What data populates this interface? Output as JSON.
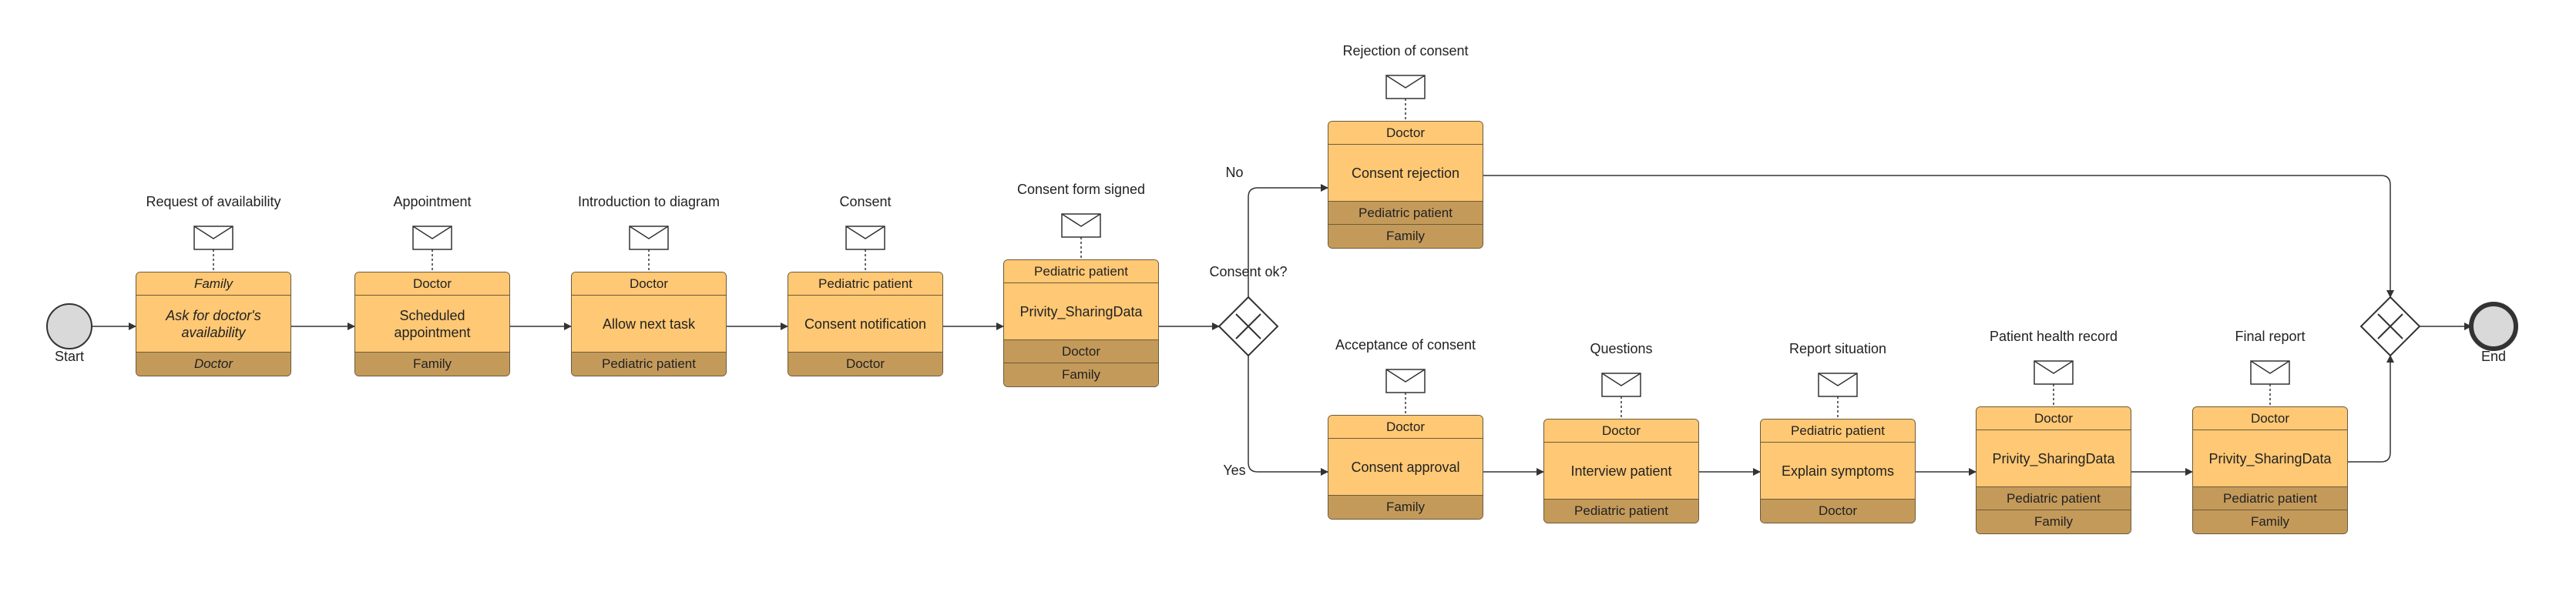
{
  "colors": {
    "task_fill": "#ffc874",
    "participant_fill": "#c49a5a",
    "border": "#6b5a3a",
    "event_fill": "#d9d9d9",
    "line": "#333333"
  },
  "events": {
    "start_label": "Start",
    "end_label": "End"
  },
  "gateway": {
    "question": "Consent ok?",
    "no_label": "No",
    "yes_label": "Yes"
  },
  "tasks": [
    {
      "id": "t1",
      "message": "Request of availability",
      "initiator": "Family",
      "name": "Ask for doctor's availability",
      "participants": [
        "Doctor"
      ],
      "italic": true
    },
    {
      "id": "t2",
      "message": "Appointment",
      "initiator": "Doctor",
      "name": "Scheduled appointment",
      "participants": [
        "Family"
      ]
    },
    {
      "id": "t3",
      "message": "Introduction to diagram",
      "initiator": "Doctor",
      "name": "Allow next task",
      "participants": [
        "Pediatric patient"
      ]
    },
    {
      "id": "t4",
      "message": "Consent",
      "initiator": "Pediatric patient",
      "name": "Consent notification",
      "participants": [
        "Doctor"
      ]
    },
    {
      "id": "t5",
      "message": "Consent form signed",
      "initiator": "Pediatric patient",
      "name": "Privity_SharingData",
      "participants": [
        "Doctor",
        "Family"
      ]
    },
    {
      "id": "t6",
      "message": "Rejection of consent",
      "initiator": "Doctor",
      "name": "Consent rejection",
      "participants": [
        "Pediatric patient",
        "Family"
      ]
    },
    {
      "id": "t7",
      "message": "Acceptance of consent",
      "initiator": "Doctor",
      "name": "Consent approval",
      "participants": [
        "Family"
      ]
    },
    {
      "id": "t8",
      "message": "Questions",
      "initiator": "Doctor",
      "name": "Interview patient",
      "participants": [
        "Pediatric patient"
      ]
    },
    {
      "id": "t9",
      "message": "Report situation",
      "initiator": "Pediatric patient",
      "name": "Explain symptoms",
      "participants": [
        "Doctor"
      ]
    },
    {
      "id": "t10",
      "message": "Patient health record",
      "initiator": "Doctor",
      "name": "Privity_SharingData",
      "participants": [
        "Pediatric patient",
        "Family"
      ]
    },
    {
      "id": "t11",
      "message": "Final report",
      "initiator": "Doctor",
      "name": "Privity_SharingData",
      "participants": [
        "Pediatric patient",
        "Family"
      ]
    }
  ]
}
